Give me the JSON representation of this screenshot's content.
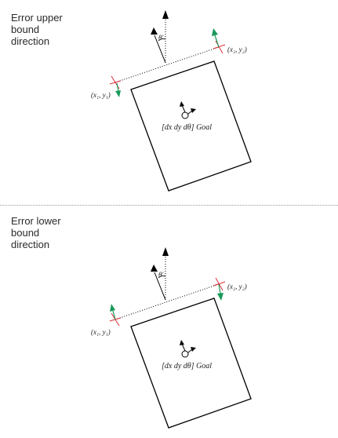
{
  "panels": [
    {
      "caption": [
        "Error upper",
        "bound",
        "direction"
      ],
      "point1_label": "(x₁, y₁)",
      "point2_label": "(x₂, y₂)",
      "angle_label": "θ'",
      "state_label": "[dx    dy    dθ] Goal",
      "arrow_direction": "up-right"
    },
    {
      "caption": [
        "Error lower",
        "bound",
        "direction"
      ],
      "point1_label": "(x₁, y₁)",
      "point2_label": "(x₂, y₂)",
      "angle_label": "θ'",
      "state_label": "[dx    dy    dθ] Goal",
      "arrow_direction": "up-left"
    }
  ],
  "colors": {
    "error_arrow": "#1a9a5a",
    "cross_marker": "#e0303a",
    "line": "#000000"
  }
}
